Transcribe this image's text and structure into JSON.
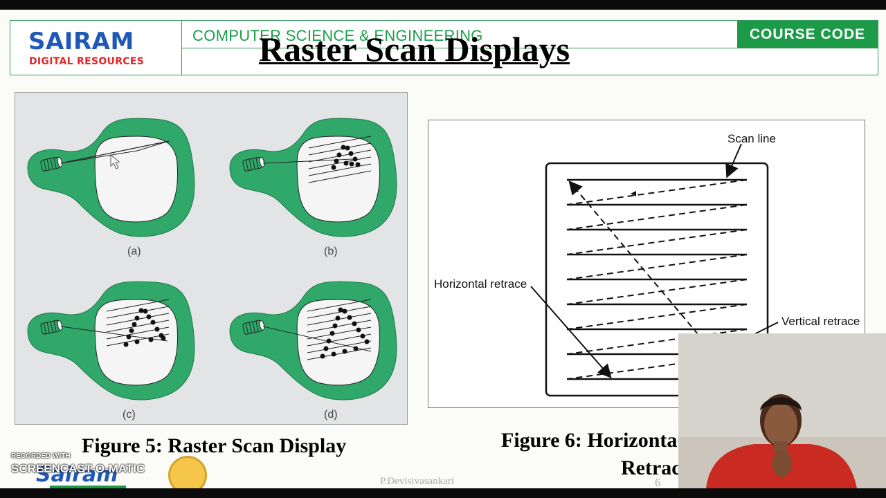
{
  "header": {
    "logo_main": "SAIRAM",
    "logo_sub": "DIGITAL RESOURCES",
    "department": "COMPUTER SCIENCE & ENGINEERING",
    "course_code": "COURSE CODE"
  },
  "slide": {
    "title": "Raster Scan Displays",
    "figure5": {
      "labels": [
        "(a)",
        "(b)",
        "(c)",
        "(d)"
      ],
      "caption": "Figure 5: Raster Scan Display"
    },
    "figure6": {
      "scan_line": "Scan line",
      "horizontal_retrace": "Horizontal retrace",
      "vertical_retrace": "Vertical retrace",
      "caption_line1": "Figure 6: Horizonta",
      "caption_line2": "Retrac"
    },
    "author": "P.Devisivasankari",
    "page_number": "6"
  },
  "overlay": {
    "recorded_with": "RECORDED WITH",
    "screencast": "SCREENCAST-O-MATIC",
    "institution": "Sairam INSTITUTIONS"
  },
  "colors": {
    "brand_blue": "#1f58b8",
    "brand_red": "#e3262a",
    "brand_green": "#1c9a48",
    "crt_green": "#2fa86a"
  }
}
